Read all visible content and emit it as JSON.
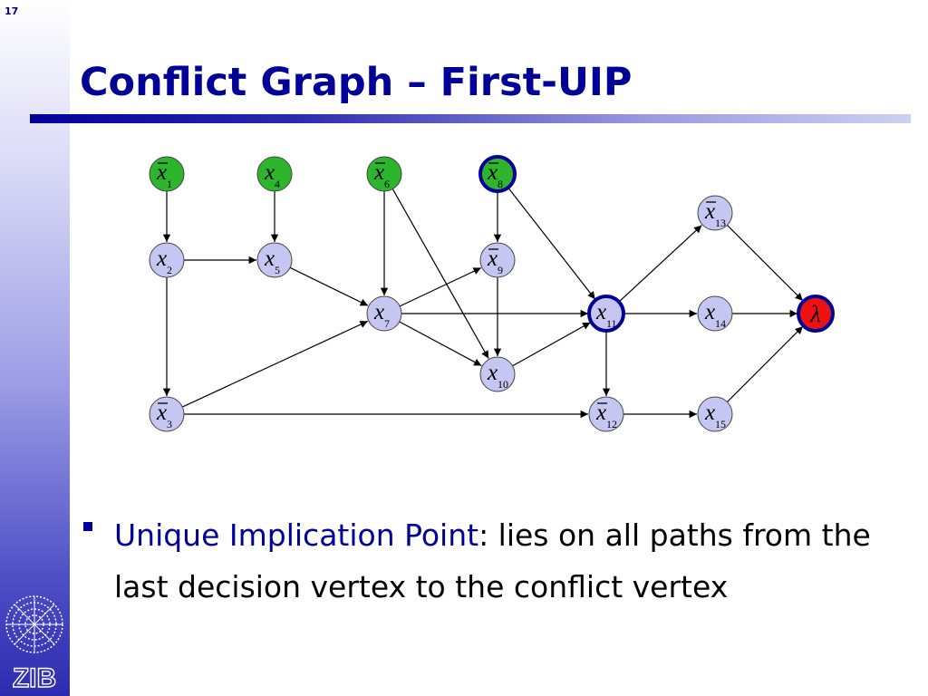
{
  "slide": {
    "number": "17",
    "title": "Conflict Graph – First-UIP"
  },
  "logo": {
    "text": "ZIB"
  },
  "colors": {
    "decision": "#2db52d",
    "implied": "#c6c6f2",
    "conflict": "#ee1111",
    "highlight": "#000099",
    "text_blue": "#000099"
  },
  "graph": {
    "nodes": [
      {
        "id": "x1",
        "var": "x",
        "sub": "1",
        "neg": true,
        "kind": "decision"
      },
      {
        "id": "x4",
        "var": "x",
        "sub": "4",
        "neg": false,
        "kind": "decision"
      },
      {
        "id": "x6",
        "var": "x",
        "sub": "6",
        "neg": true,
        "kind": "decision"
      },
      {
        "id": "x8",
        "var": "x",
        "sub": "8",
        "neg": true,
        "kind": "decision",
        "highlight": true
      },
      {
        "id": "x2",
        "var": "x",
        "sub": "2",
        "neg": false,
        "kind": "implied"
      },
      {
        "id": "x5",
        "var": "x",
        "sub": "5",
        "neg": false,
        "kind": "implied"
      },
      {
        "id": "x9",
        "var": "x",
        "sub": "9",
        "neg": true,
        "kind": "implied"
      },
      {
        "id": "x13",
        "var": "x",
        "sub": "13",
        "neg": true,
        "kind": "implied"
      },
      {
        "id": "x7",
        "var": "x",
        "sub": "7",
        "neg": false,
        "kind": "implied"
      },
      {
        "id": "x11",
        "var": "x",
        "sub": "11",
        "neg": false,
        "kind": "implied",
        "highlight": true
      },
      {
        "id": "x14",
        "var": "x",
        "sub": "14",
        "neg": false,
        "kind": "implied"
      },
      {
        "id": "lambda",
        "var": "λ",
        "sub": "",
        "neg": false,
        "kind": "conflict",
        "highlight": true
      },
      {
        "id": "x10",
        "var": "x",
        "sub": "10",
        "neg": false,
        "kind": "implied"
      },
      {
        "id": "x3",
        "var": "x",
        "sub": "3",
        "neg": true,
        "kind": "implied"
      },
      {
        "id": "x12",
        "var": "x",
        "sub": "12",
        "neg": true,
        "kind": "implied"
      },
      {
        "id": "x15",
        "var": "x",
        "sub": "15",
        "neg": false,
        "kind": "implied"
      }
    ],
    "edges": [
      [
        "x1",
        "x2"
      ],
      [
        "x4",
        "x5"
      ],
      [
        "x2",
        "x5"
      ],
      [
        "x2",
        "x3"
      ],
      [
        "x5",
        "x7"
      ],
      [
        "x6",
        "x7"
      ],
      [
        "x6",
        "x10"
      ],
      [
        "x3",
        "x7"
      ],
      [
        "x3",
        "x12"
      ],
      [
        "x7",
        "x9"
      ],
      [
        "x7",
        "x11"
      ],
      [
        "x7",
        "x10"
      ],
      [
        "x8",
        "x9"
      ],
      [
        "x8",
        "x11"
      ],
      [
        "x9",
        "x10"
      ],
      [
        "x10",
        "x11"
      ],
      [
        "x11",
        "x13"
      ],
      [
        "x11",
        "x14"
      ],
      [
        "x11",
        "x12"
      ],
      [
        "x13",
        "lambda"
      ],
      [
        "x14",
        "lambda"
      ],
      [
        "x12",
        "x15"
      ],
      [
        "x15",
        "lambda"
      ]
    ]
  },
  "bullet": {
    "term": "Unique Implication Point",
    "rest": ": lies on all paths from the last decision vertex to the conflict vertex"
  }
}
